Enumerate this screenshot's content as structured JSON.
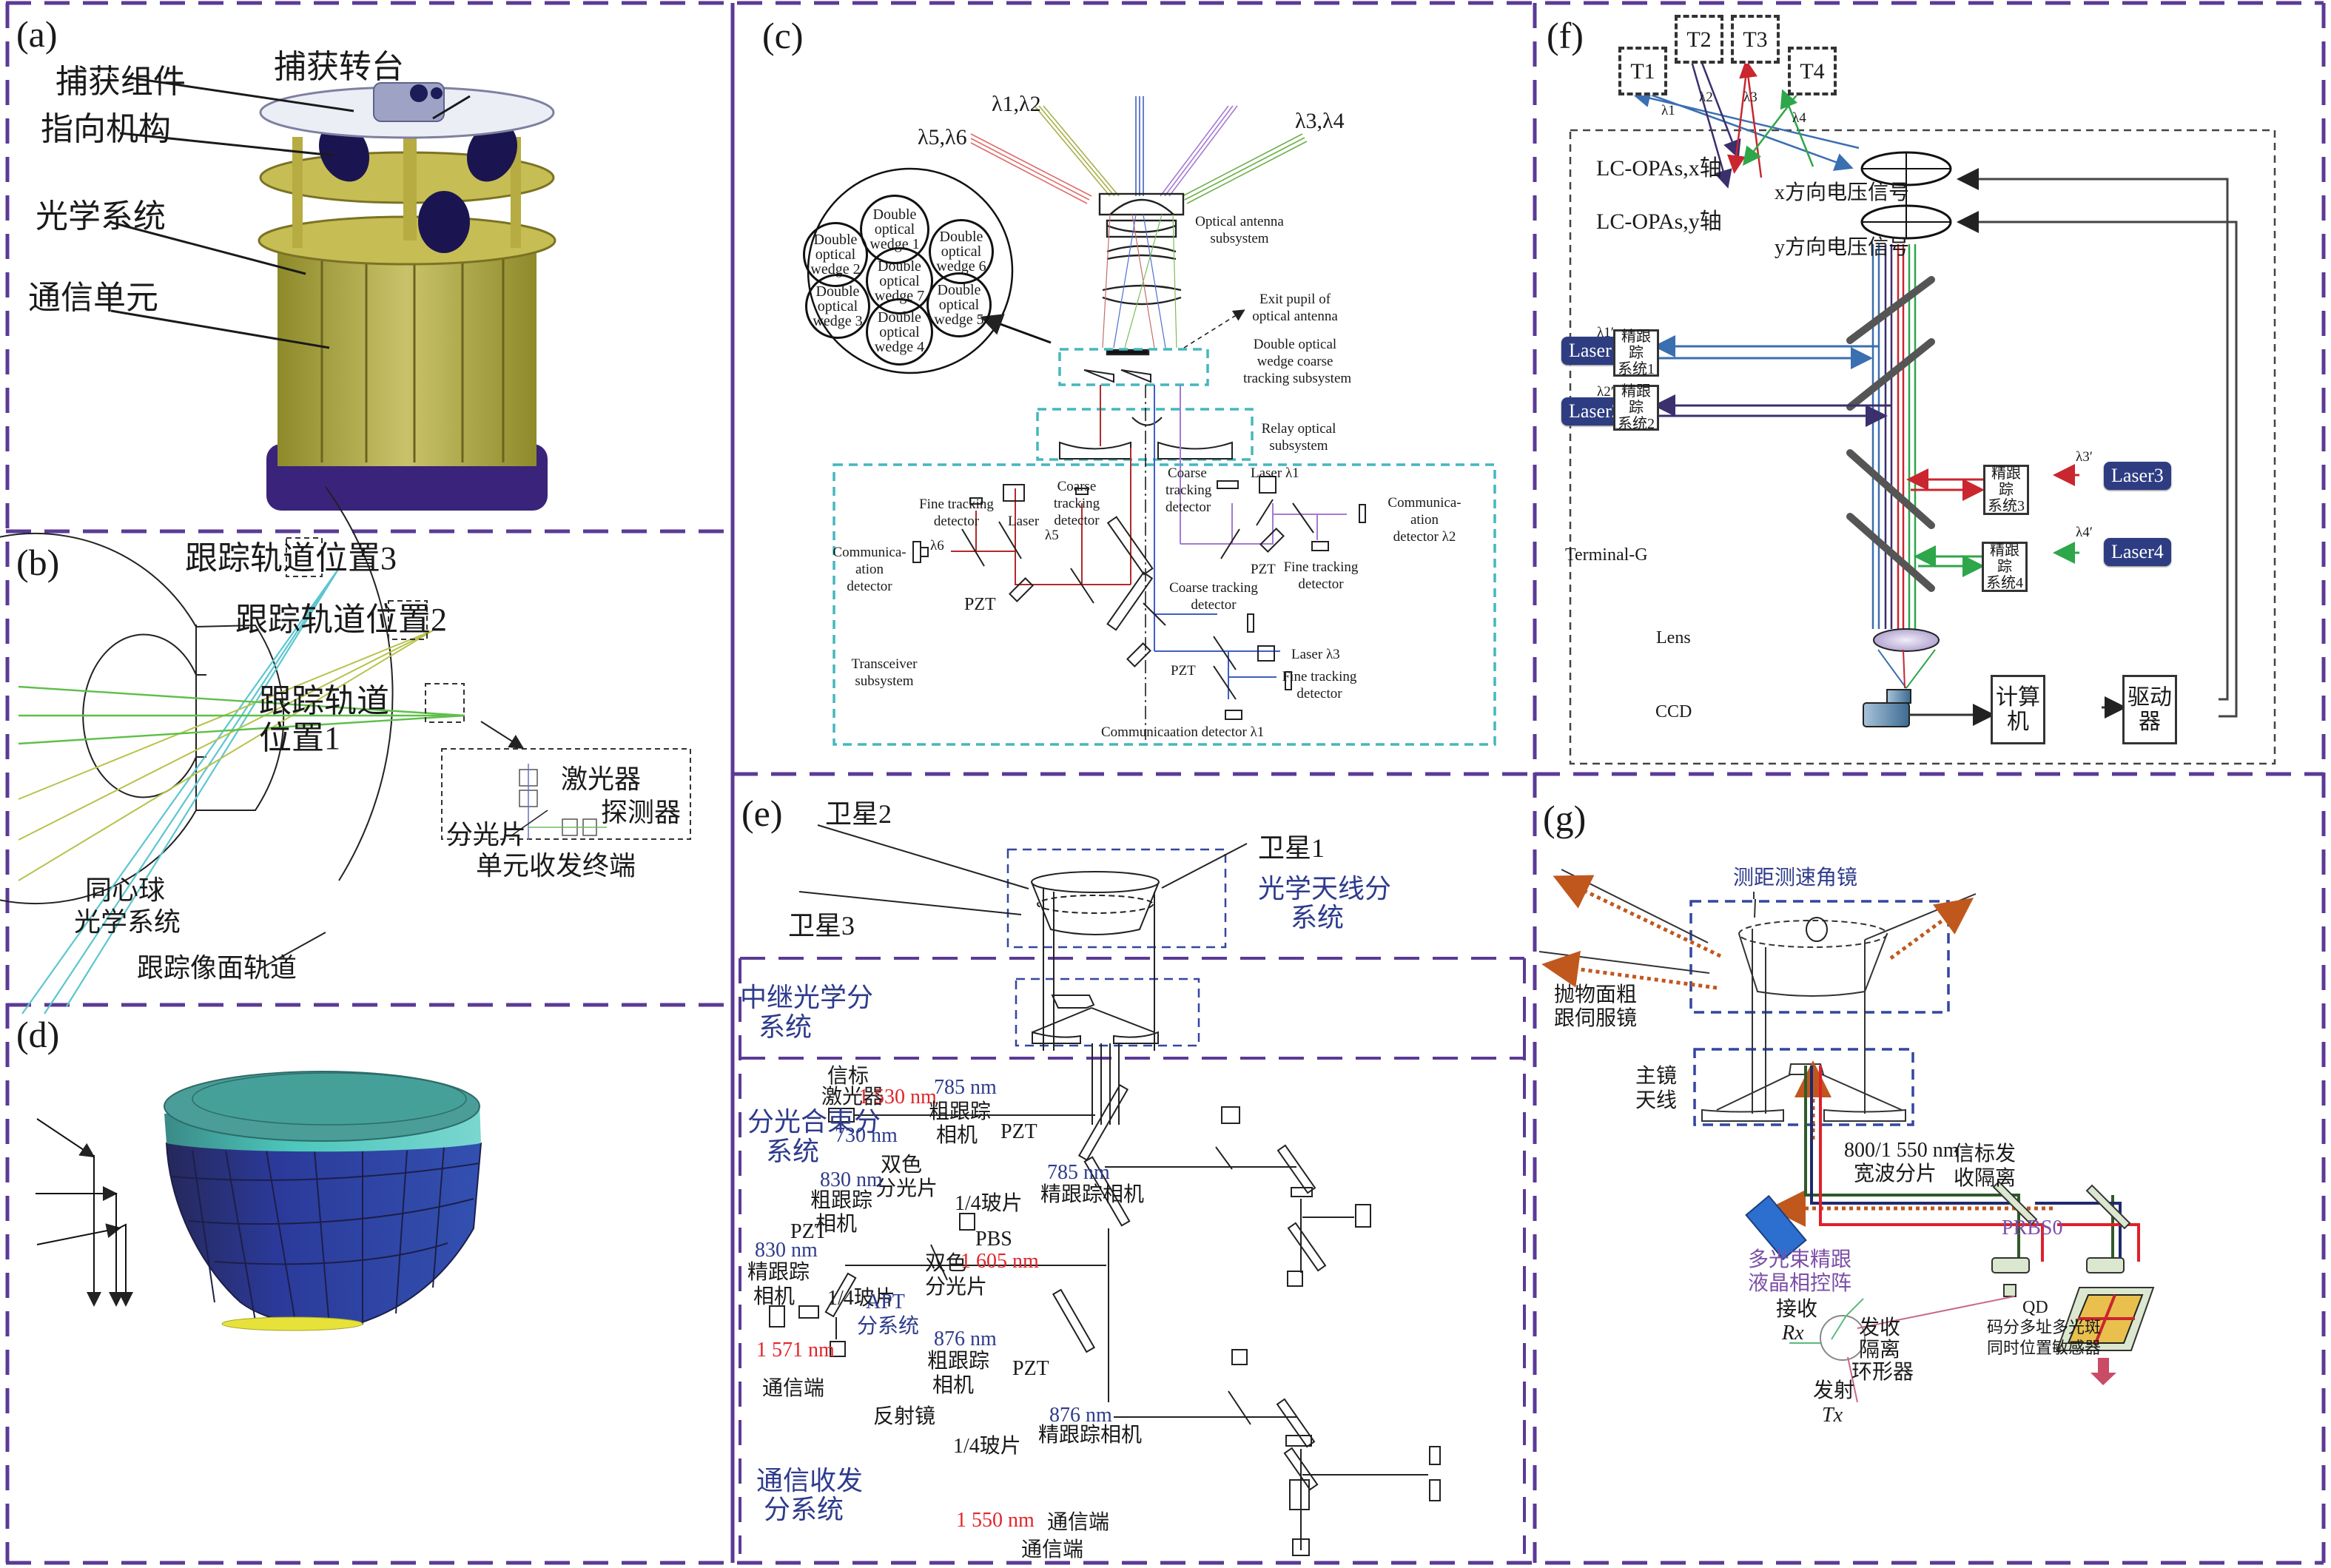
{
  "figure": {
    "panel_border_color": "#5b3a96",
    "panels": {
      "a": {
        "label": "(a)",
        "callouts": [
          "捕获组件",
          "捕获转台",
          "指向机构",
          "光学系统",
          "通信单元"
        ]
      },
      "b": {
        "label": "(b)",
        "positions": [
          "跟踪轨道位置3",
          "跟踪轨道位置2",
          "跟踪轨道",
          "位置1"
        ],
        "system_label": [
          "同心球",
          "光学系统"
        ],
        "orbit_label": "跟踪像面轨道",
        "inset": {
          "laser": "激光器",
          "detector": "探测器",
          "splitter": "分光片",
          "caption": "单元收发终端"
        },
        "colors": {
          "cyan": "#5cc6d0",
          "yellow_green": "#b8c24a",
          "green": "#5fbf4a"
        }
      },
      "c": {
        "label": "(c)",
        "beams": {
          "l56": "λ5,λ6",
          "l12": "λ1,λ2",
          "l34": "λ3,λ4"
        },
        "antenna": [
          "Optical antenna",
          "subsystem"
        ],
        "exit_pupil": [
          "Exit pupil of",
          "optical antenna"
        ],
        "wedge_subsystem": [
          "Double optical",
          "wedge coarse",
          "tracking subsystem"
        ],
        "relay": [
          "Relay optical",
          "subsystem"
        ],
        "wedges": [
          [
            "Double",
            "optical",
            "wedge 1"
          ],
          [
            "Double",
            "optical",
            "wedge 2"
          ],
          [
            "Double",
            "optical",
            "wedge 6"
          ],
          [
            "Double",
            "optical",
            "wedge 7"
          ],
          [
            "Double",
            "optical",
            "wedge 3"
          ],
          [
            "Double",
            "optical",
            "wedge 5"
          ],
          [
            "Double",
            "optical",
            "wedge 4"
          ]
        ],
        "transceiver": {
          "fine_tracking_left": [
            "Fine tracking",
            "detector"
          ],
          "coarse_tracking_left": [
            "Coarse",
            "tracking",
            "detector"
          ],
          "laser5": "Laser",
          "lambda5": "λ5",
          "lambda6": "λ6",
          "comm_left": [
            "Communica-",
            "ation",
            "detector"
          ],
          "pzt_left": "PZT",
          "coarse_tracking_mid": [
            "Coarse",
            "tracking",
            "detector"
          ],
          "laser1": "Laser λ1",
          "comm_right": [
            "Communica-",
            "ation",
            "detector λ2"
          ],
          "pzt_right": "PZT",
          "fine_tracking_right": [
            "Fine tracking",
            "detector"
          ],
          "coarse_tracking_low": [
            "Coarse tracking",
            "detector"
          ],
          "laser3": "Laser λ3",
          "pzt_low": "PZT",
          "fine_tracking_low": [
            "Fine tracking",
            "detector"
          ],
          "comm_bottom": "Communicaation detector λ1",
          "transceiver_label": [
            "Transceiver",
            "subsystem"
          ]
        },
        "colors": {
          "red": "#b22a2a",
          "blue": "#3e5fc4",
          "violet": "#a57ad0",
          "green": "#6db04a",
          "yellow": "#b5b04a",
          "teal": "#45b7bd"
        }
      },
      "d": {
        "label": "(d)",
        "colors": {
          "teal": "#4fc3bb",
          "blue": "#2a3a9a",
          "yellow": "#e6e23a"
        }
      },
      "e": {
        "label": "(e)",
        "satellites": [
          "卫星2",
          "卫星1",
          "卫星3"
        ],
        "antenna_subsystem": [
          "光学天线分",
          "系统"
        ],
        "relay_subsystem": [
          "中继光学分",
          "系统"
        ],
        "beam_combine_subsystem": [
          "分光合束分",
          "系统"
        ],
        "beacon_laser": [
          "信标",
          "激光器"
        ],
        "wl_1530": "1 530 nm",
        "wl_730": "730 nm",
        "wl_785_coarse": "785 nm",
        "coarse_cam_785": [
          "粗跟踪",
          "相机"
        ],
        "pzt_785": "PZT",
        "wl_785_fine": "785 nm",
        "fine_cam_785": "精跟踪相机",
        "dichroic_1": [
          "双色",
          "分光片"
        ],
        "qwp_785": "1/4玻片",
        "pbs": "PBS",
        "wl_1605": "1 605 nm",
        "wl_830_coarse": "830 nm",
        "coarse_cam_830": [
          "粗跟踪",
          "相机"
        ],
        "pzt_830": "PZT",
        "wl_830_fine": "830 nm",
        "fine_cam_830": [
          "精跟踪",
          "相机"
        ],
        "qwp_830": "1/4玻片",
        "dichroic_2": [
          "双色",
          "分光片"
        ],
        "apt": [
          "APT",
          "分系统"
        ],
        "wl_1571": "1 571 nm",
        "comm_end_1571": "通信端",
        "wl_876_coarse": "876 nm",
        "coarse_cam_876": [
          "粗跟踪",
          "相机"
        ],
        "pzt_876": "PZT",
        "wl_876_fine": "876 nm",
        "fine_cam_876": "精跟踪相机",
        "mirror": "反射镜",
        "qwp_876": "1/4玻片",
        "comm_subsystem": [
          "通信收发",
          "分系统"
        ],
        "wl_1550": "1 550 nm",
        "comm_end_right": "通信端",
        "comm_end_bottom": "通信端",
        "colors": {
          "blue_text": "#2e3b8c",
          "red_text": "#e0262b",
          "box": "#2e4a9a"
        }
      },
      "f": {
        "label": "(f)",
        "targets": [
          "T1",
          "T2",
          "T3",
          "T4"
        ],
        "lambdas": [
          "λ1",
          "λ2",
          "λ3",
          "λ4"
        ],
        "opa_x": "LC-OPAs,x轴",
        "opa_y": "LC-OPAs,y轴",
        "x_signal": "x方向电压信号",
        "y_signal": "y方向电压信号",
        "lasers": [
          "Laser1",
          "Laser2",
          "Laser3",
          "Laser4"
        ],
        "laser_lambdas": [
          "λ1′",
          "λ2′",
          "λ3′",
          "λ4′"
        ],
        "fine_tracking": [
          "精跟踪\n系统1",
          "精跟踪\n系统2",
          "精跟踪\n系统3",
          "精跟踪\n系统4"
        ],
        "terminal": "Terminal-G",
        "lens": "Lens",
        "ccd": "CCD",
        "computer": "计算机",
        "driver": "驱动器",
        "colors": {
          "blue": "#3a6fb0",
          "indigo": "#3b2f6e",
          "red": "#c9262f",
          "green": "#2ea64a",
          "laser_chip": "#2e3d82"
        }
      },
      "g": {
        "label": "(g)",
        "corner_mirror": "测距测速角镜",
        "parabolic": [
          "抛物面粗",
          "跟伺服镜"
        ],
        "primary": [
          "主镜",
          "天线"
        ],
        "broadband_splitter": [
          "800/1 550 nm",
          "宽波分片"
        ],
        "beacon_isolation": [
          "信标发",
          "收隔离"
        ],
        "prbs": "PRBS0",
        "lcopa": [
          "多光束精跟",
          "液晶相控阵"
        ],
        "rx": [
          "接收",
          "Rx"
        ],
        "circulator": [
          "发收",
          "隔离",
          "环形器"
        ],
        "tx": [
          "发射",
          "Tx"
        ],
        "qd": [
          "QD",
          "码分多址多光斑",
          "同时位置敏感器"
        ],
        "colors": {
          "orange_dotted": "#c0581e",
          "blue_box": "#3446a0",
          "dark_green": "#2f5a2a",
          "navy": "#1e2a6e",
          "red": "#e0202a",
          "violet_text": "#7c4fa8"
        }
      }
    }
  }
}
